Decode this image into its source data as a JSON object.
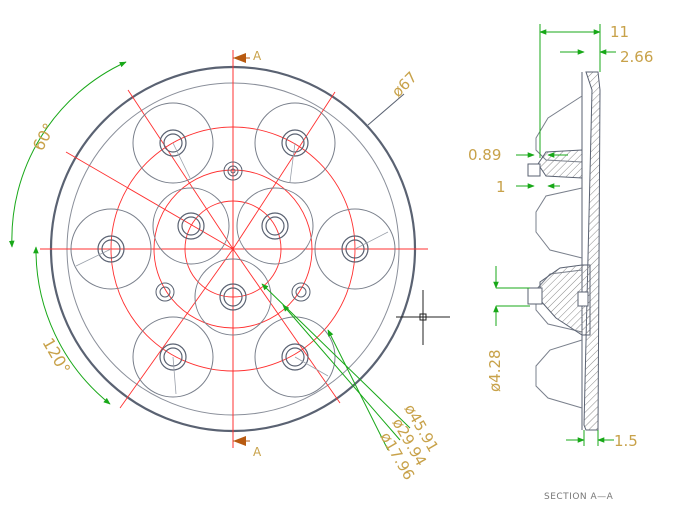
{
  "colors": {
    "outline": "#5a6272",
    "centerline": "#ff3030",
    "dimension_line": "#18a818",
    "dimension_text": "#c8a24a",
    "cutting_arrow": "#b85a10",
    "leader": "#d03030"
  },
  "front_view": {
    "diameter_label": "ø67",
    "angle_upper": "60°",
    "angle_lower": "120°",
    "bolt_circle_labels": [
      "ø45.91",
      "ø29.94",
      "ø17.96"
    ],
    "section_mark_top": "A",
    "section_mark_bottom": "A"
  },
  "section_view": {
    "dim_top_overall": "11",
    "dim_top_small": "2.66",
    "dim_step": "0.89",
    "dim_boss": "1",
    "dim_hole": "ø4.28",
    "dim_bottom": "1.5",
    "caption": "SECTION A—A"
  }
}
